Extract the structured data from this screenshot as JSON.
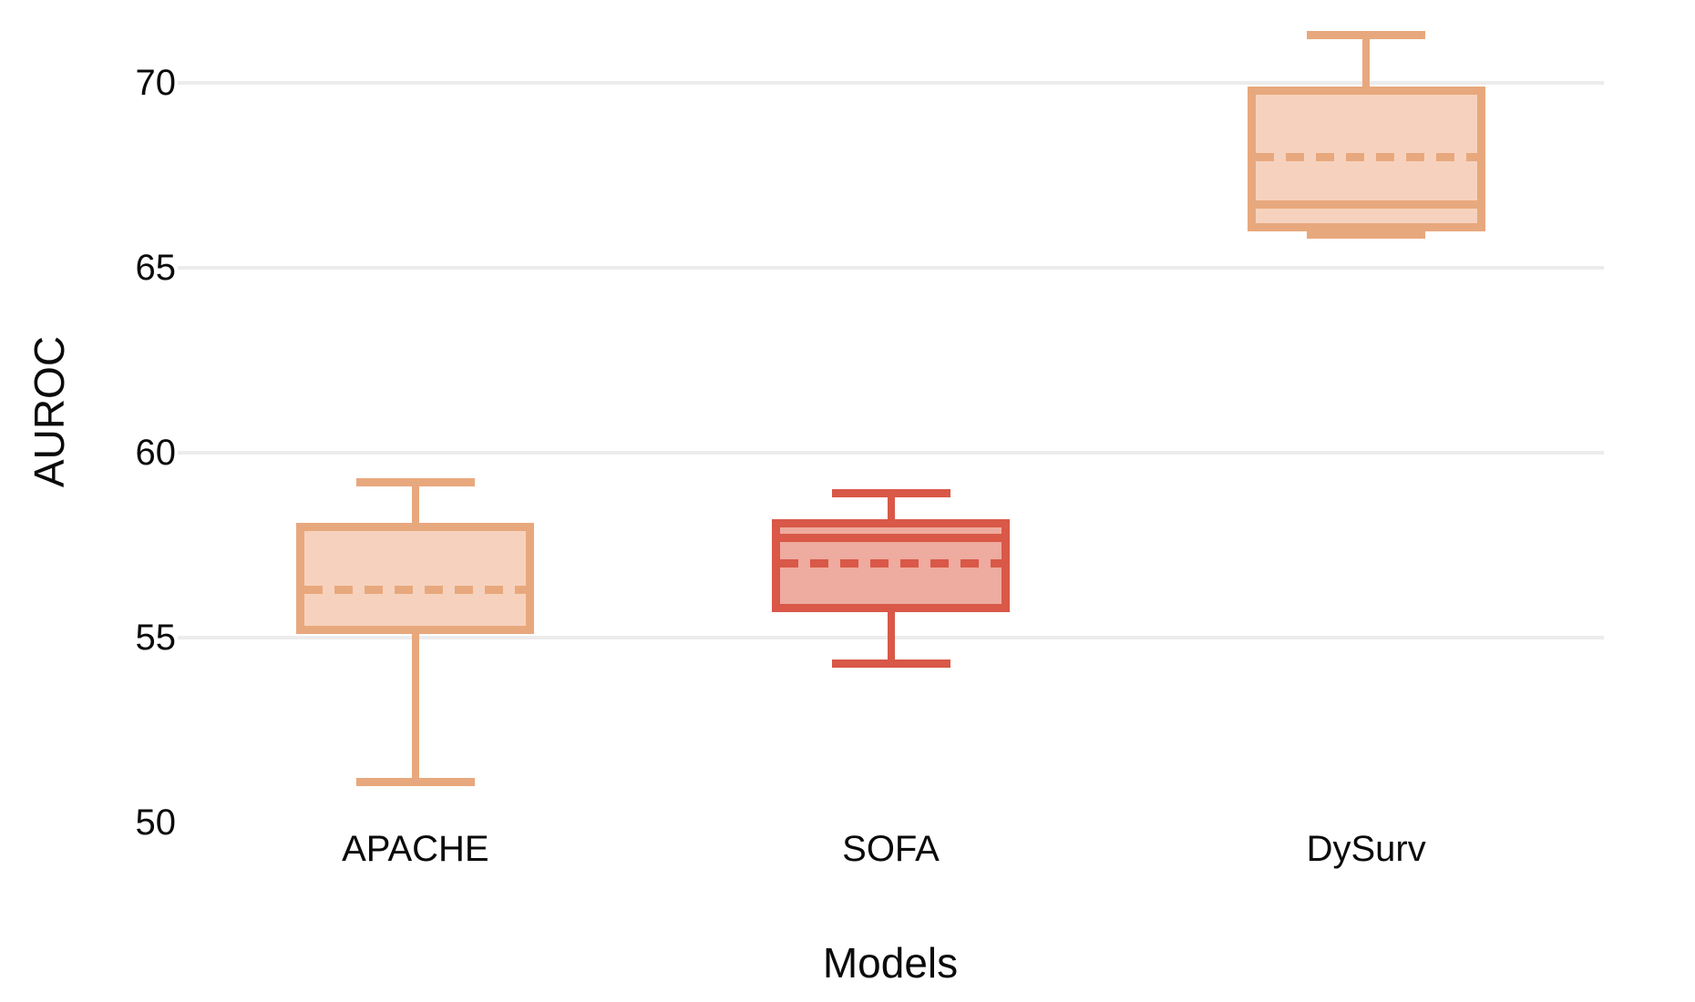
{
  "chart_data": {
    "type": "box",
    "title": "",
    "xlabel": "Models",
    "ylabel": "AUROC",
    "categories": [
      "APACHE",
      "SOFA",
      "DySurv"
    ],
    "yticks": [
      50,
      55,
      60,
      65,
      70
    ],
    "gridline_ticks": [
      55,
      60,
      65,
      70
    ],
    "ylim": [
      50,
      72.3
    ],
    "grid": "horizontal",
    "legend": "none",
    "median_style": "solid",
    "mean_style": "dashed",
    "series": [
      {
        "name": "APACHE",
        "whisker_low": 51.1,
        "q1": 55.2,
        "median": 58.0,
        "q3": 58.0,
        "whisker_high": 59.2,
        "mean": 56.3,
        "fill_color": "#f6d2be",
        "edge_color": "#e8a87d"
      },
      {
        "name": "SOFA",
        "whisker_low": 54.3,
        "q1": 55.8,
        "median": 57.7,
        "q3": 58.1,
        "whisker_high": 58.9,
        "mean": 57.0,
        "fill_color": "#eeab9f",
        "edge_color": "#d95848"
      },
      {
        "name": "DySurv",
        "whisker_low": 65.9,
        "q1": 66.1,
        "median": 66.7,
        "q3": 69.8,
        "whisker_high": 71.3,
        "mean": 68.0,
        "fill_color": "#f6d2be",
        "edge_color": "#e8a87d"
      }
    ]
  }
}
